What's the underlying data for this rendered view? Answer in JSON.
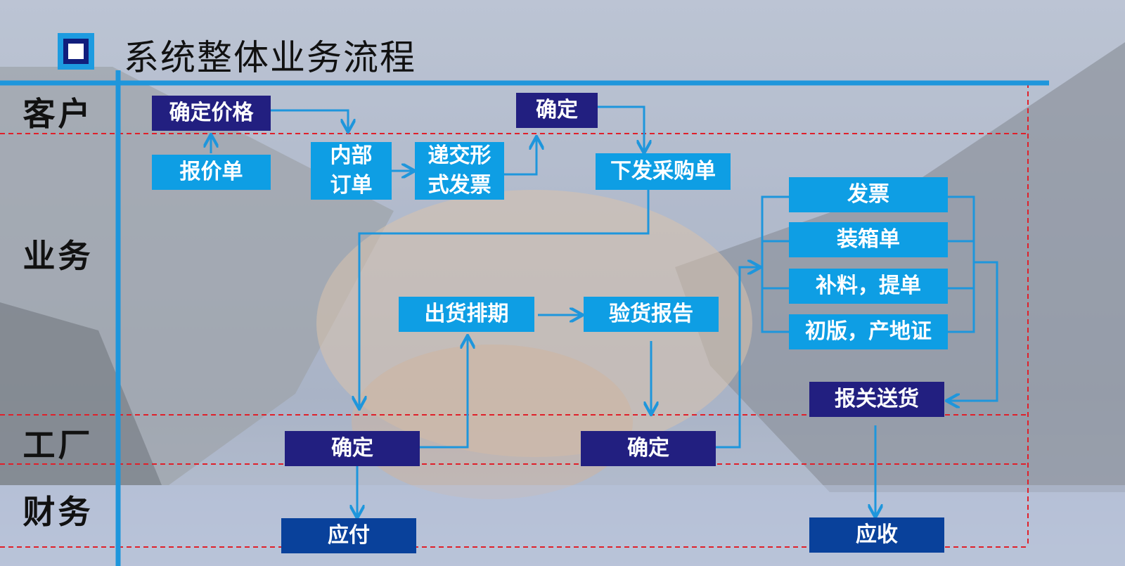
{
  "title": "系统整体业务流程",
  "lanes": {
    "customer": "客户",
    "business": "业务",
    "factory": "工厂",
    "finance": "财务"
  },
  "boxes": {
    "confirm_price": "确定价格",
    "quotation": "报价单",
    "internal_order_l1": "内部",
    "internal_order_l2": "订单",
    "proforma_l1": "递交形",
    "proforma_l2": "式发票",
    "customer_confirm": "确定",
    "issue_po": "下发采购单",
    "invoice": "发票",
    "packing_list": "装箱单",
    "supplement_bl": "补料，提单",
    "first_draft_co": "初版，产地证",
    "shipment_schedule": "出货排期",
    "inspection_report": "验货报告",
    "customs_delivery": "报关送货",
    "factory_confirm_1": "确定",
    "factory_confirm_2": "确定",
    "payable": "应付",
    "receivable": "应收"
  },
  "colors": {
    "light_box": "#0e9ee4",
    "dark_box": "#221f80",
    "finance_box": "#09419b",
    "flow_line": "#1e96dc",
    "lane_divider": "#e0202a"
  }
}
